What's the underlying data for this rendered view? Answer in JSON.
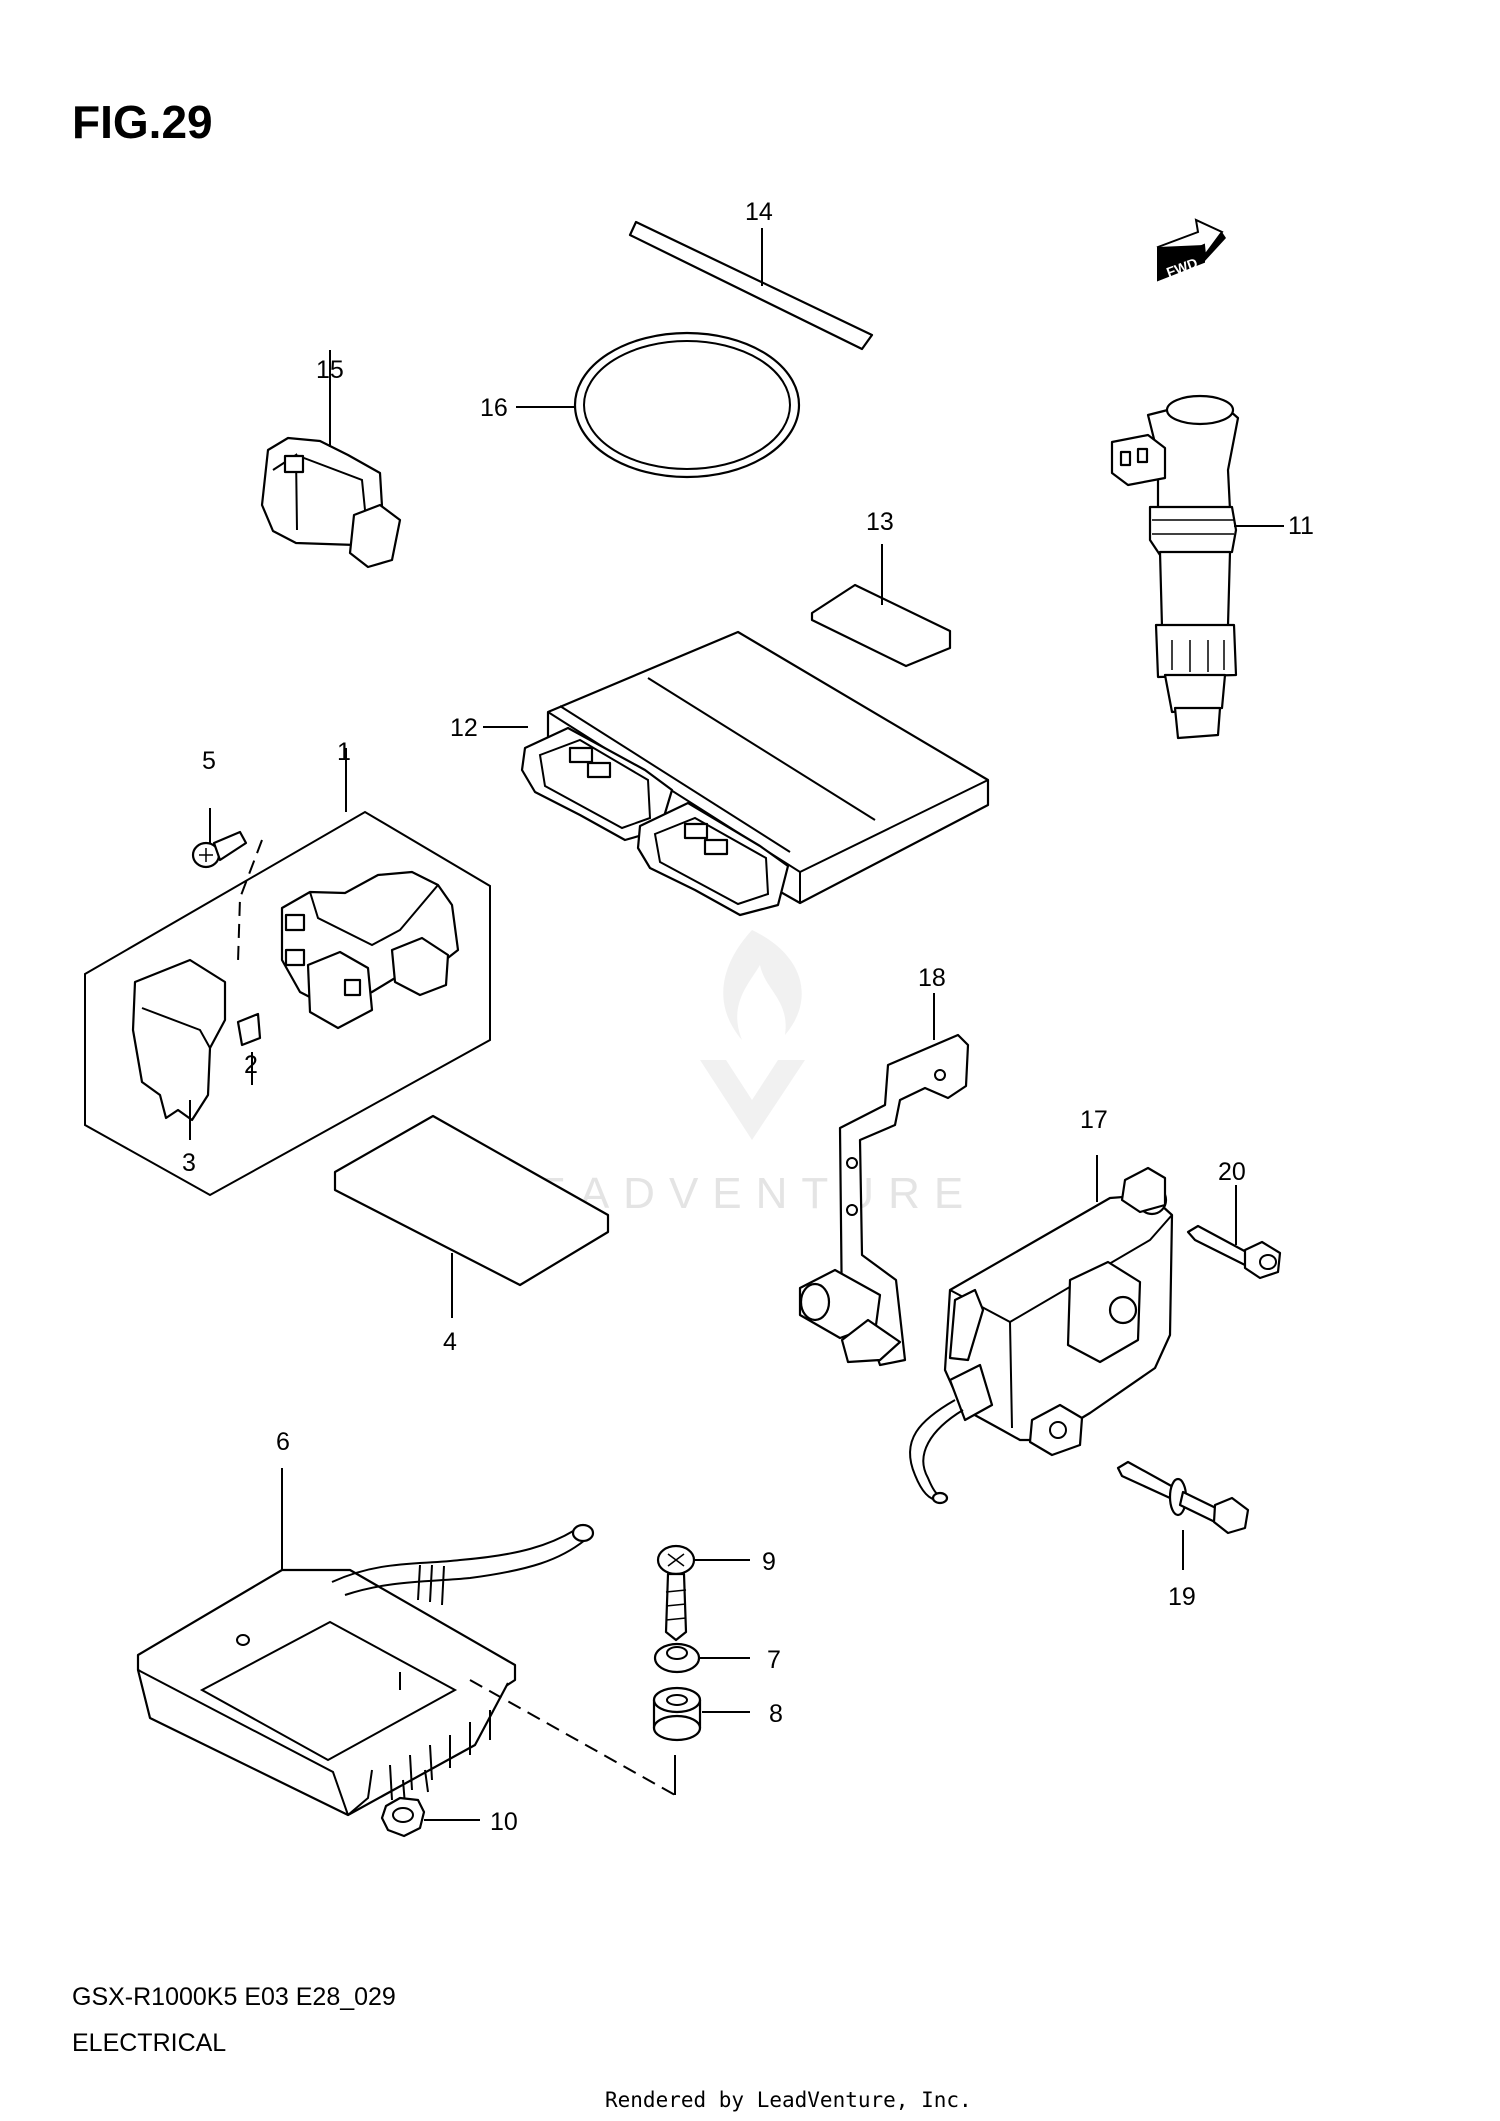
{
  "figure": {
    "title": "FIG.29",
    "model_code": "GSX-R1000K5 E03 E28_029",
    "section": "ELECTRICAL",
    "render_credit": "Rendered by LeadVenture, Inc.",
    "watermark": "LEADVENTURE",
    "fwd_label": "FWD"
  },
  "callouts": [
    {
      "id": "c1",
      "label": "1"
    },
    {
      "id": "c2",
      "label": "2"
    },
    {
      "id": "c3",
      "label": "3"
    },
    {
      "id": "c4",
      "label": "4"
    },
    {
      "id": "c5",
      "label": "5"
    },
    {
      "id": "c6",
      "label": "6"
    },
    {
      "id": "c7",
      "label": "7"
    },
    {
      "id": "c8",
      "label": "8"
    },
    {
      "id": "c9",
      "label": "9"
    },
    {
      "id": "c10",
      "label": "10"
    },
    {
      "id": "c11",
      "label": "11"
    },
    {
      "id": "c12",
      "label": "12"
    },
    {
      "id": "c13",
      "label": "13"
    },
    {
      "id": "c14",
      "label": "14"
    },
    {
      "id": "c15",
      "label": "15"
    },
    {
      "id": "c16",
      "label": "16"
    },
    {
      "id": "c17",
      "label": "17"
    },
    {
      "id": "c18",
      "label": "18"
    },
    {
      "id": "c19",
      "label": "19"
    },
    {
      "id": "c20",
      "label": "20"
    }
  ]
}
